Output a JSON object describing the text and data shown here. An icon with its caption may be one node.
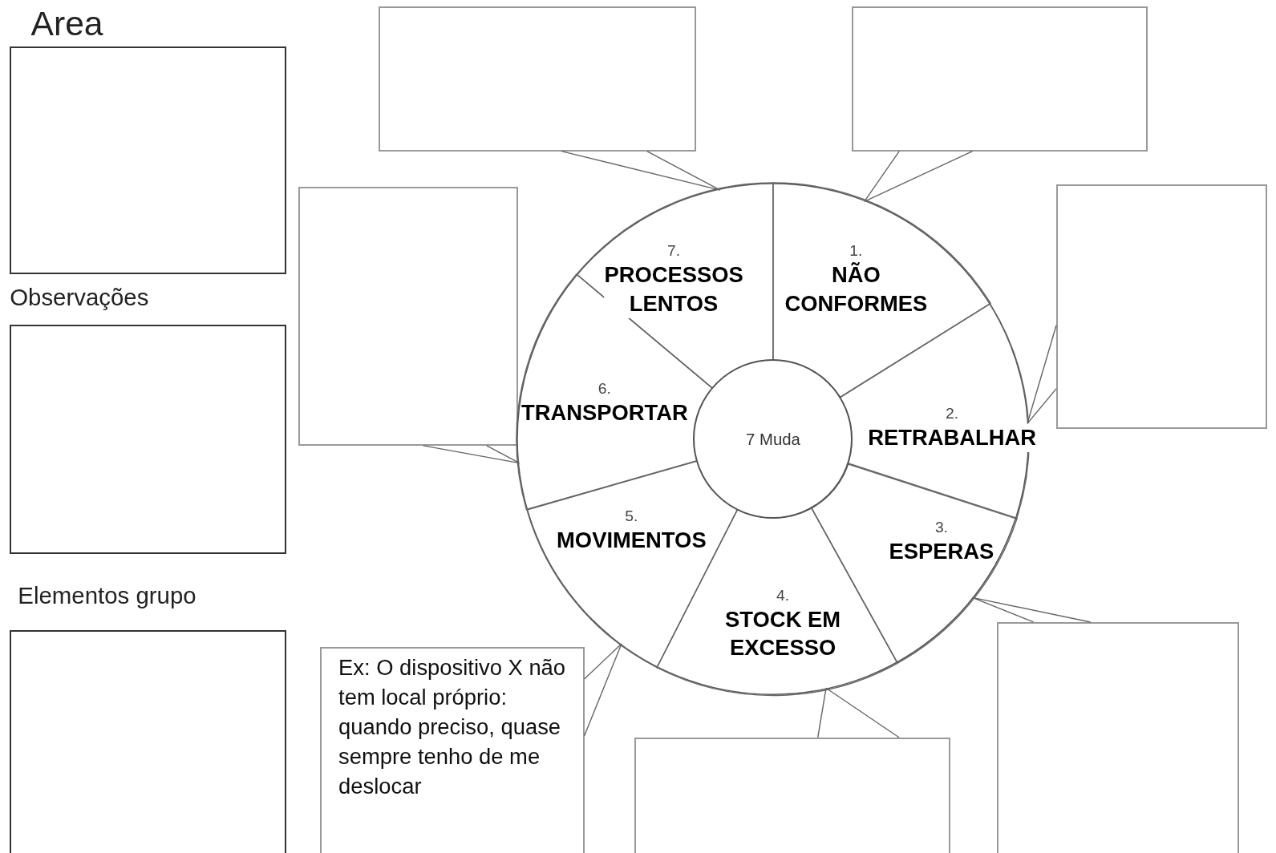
{
  "diagram": {
    "nodes": [
      {
        "text": [
          "Area"
        ]
      },
      {
        "text": [
          "Observações"
        ]
      },
      {
        "text": [
          "Elementos grupo"
        ]
      },
      {
        "text": [],
        "shape": "box"
      },
      {
        "text": [],
        "shape": "box"
      },
      {
        "text": [],
        "shape": "box"
      },
      {
        "text": [],
        "shape": "box"
      },
      {
        "text": [],
        "shape": "circle"
      },
      {
        "text": [
          "1.",
          "NÃO CONFORMES"
        ],
        "in": 7
      },
      {
        "text": [
          "2.",
          "RETRABALHAR"
        ],
        "in": 7
      },
      {
        "text": [
          "3.",
          "ESPERAS"
        ],
        "in": 7
      },
      {
        "text": [
          "4.",
          "STOCK EM EXCESSO"
        ],
        "in": 7
      },
      {
        "text": [
          "5.",
          "MOVIMENTOS"
        ],
        "in": 7
      },
      {
        "text": [
          "6.",
          "TRANSPORTAR"
        ],
        "in": 7
      },
      {
        "text": [
          "7.",
          "PROCESSOS LENTOS"
        ],
        "in": 7
      },
      {
        "text": [
          "7 Muda"
        ],
        "in": 7
      },
      {
        "text": [
          "Ex: O dispositivo X não tem local próprio: quando preciso, quase sempre tenho de me deslocar"
        ]
      },
      {
        "text": [],
        "shape": "box"
      },
      {
        "text": [],
        "shape": "box"
      }
    ],
    "edges": [
      {
        "from": 3,
        "to": 14,
        "arrow": "none"
      },
      {
        "from": 4,
        "to": 8,
        "arrow": "none"
      },
      {
        "from": 5,
        "to": 13,
        "arrow": "none"
      },
      {
        "from": 6,
        "to": 9,
        "arrow": "none"
      },
      {
        "from": 16,
        "to": 12,
        "arrow": "none"
      },
      {
        "from": 17,
        "to": 11,
        "arrow": "none"
      },
      {
        "from": 18,
        "to": 10,
        "arrow": "none"
      }
    ]
  }
}
